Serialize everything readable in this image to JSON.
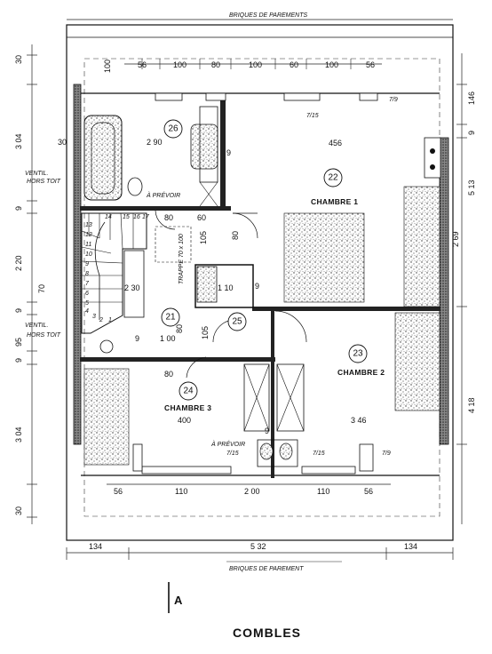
{
  "header": {
    "top_label": "BRIQUES DE PAREMENTS",
    "bottom_label": "BRIQUES DE PAREMENT"
  },
  "title": "COMBLES",
  "section_mark": "A",
  "rooms": {
    "chambre1": {
      "name": "CHAMBRE 1",
      "number": "22",
      "dim": "456"
    },
    "chambre2": {
      "name": "CHAMBRE 2",
      "number": "23",
      "dim": "3 46"
    },
    "chambre3": {
      "name": "CHAMBRE 3",
      "number": "24",
      "dim": "400"
    },
    "bath": {
      "number": "26",
      "dim": "2 90"
    },
    "hall21": {
      "number": "21",
      "dim": "1 00"
    },
    "hall25": {
      "number": "25"
    }
  },
  "notes": {
    "a_prevoir_top": "À PRÉVOIR",
    "a_prevoir_bottom": "À PRÉVOIR",
    "ventil_top_1": "VENTIL.",
    "ventil_top_2": "HORS TOIT",
    "ventil_bot_1": "VENTIL.",
    "ventil_bot_2": "HORS TOIT",
    "trappe": "TRAPPE 70 x 100",
    "window_top_1": "7/15",
    "window_top_2": "7/9",
    "window_bot_1": "7/15",
    "window_bot_2": "7/15",
    "window_bot_3": "7/9"
  },
  "dims": {
    "top_row": [
      "100",
      "56",
      "100",
      "80",
      "100",
      "60",
      "100",
      "56"
    ],
    "bottom_row": [
      "56",
      "110",
      "2 00",
      "110",
      "56"
    ],
    "overall_bottom": [
      "134",
      "5 32",
      "134"
    ],
    "left_col": [
      "30",
      "3 04",
      "9",
      "2 20",
      "9",
      "95",
      "9",
      "3 04",
      "30"
    ],
    "right_col": [
      "146",
      "9",
      "5 13",
      "2 69",
      "4 18"
    ],
    "inner": [
      "80",
      "60",
      "105",
      "80",
      "2 30",
      "1 10",
      "105",
      "80",
      "70",
      "80",
      "9",
      "9",
      "9",
      "30",
      "9"
    ],
    "stair_steps": [
      "14",
      "15",
      "16",
      "17",
      "13",
      "12",
      "11",
      "10",
      "9",
      "8",
      "7",
      "6",
      "5",
      "4",
      "3",
      "2",
      "1"
    ]
  }
}
